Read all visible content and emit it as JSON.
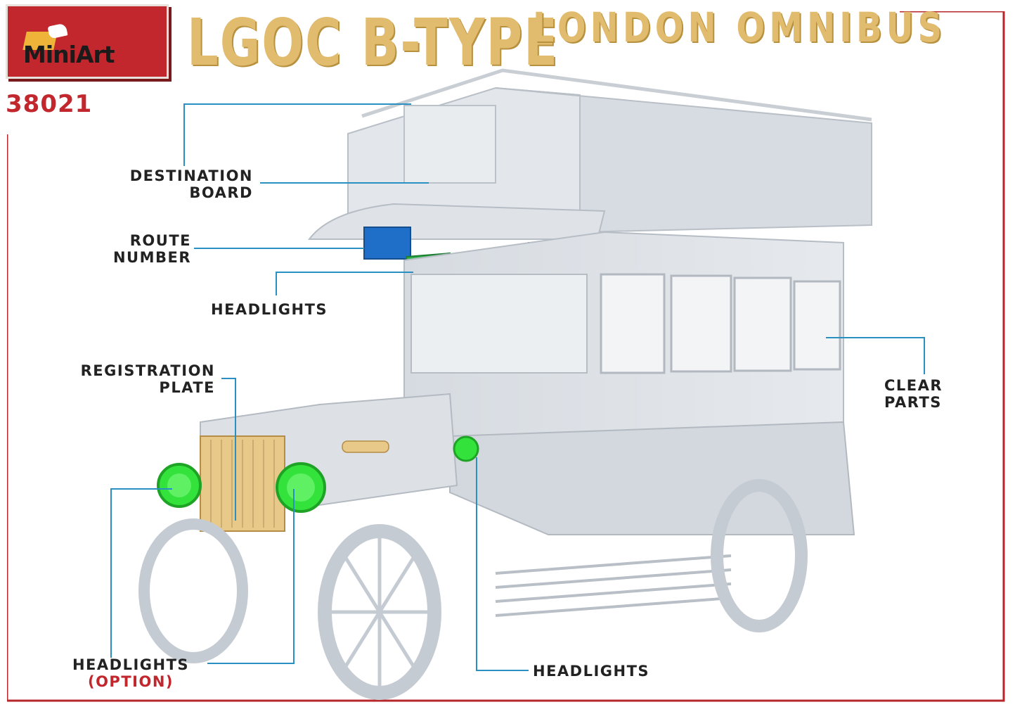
{
  "brand": {
    "logo_text": "MiniArt",
    "catalog_number": "38021"
  },
  "title": {
    "main": "LGOC B-TYPE",
    "sub": "LONDON OMNIBUS"
  },
  "callouts": {
    "destination_board": [
      "DESTINATION",
      "BOARD"
    ],
    "route_number": [
      "ROUTE",
      "NUMBER"
    ],
    "headlights_upper": "HEADLIGHTS",
    "registration_plate": [
      "REGISTRATION",
      "PLATE"
    ],
    "clear_parts": [
      "CLEAR",
      "PARTS"
    ],
    "headlights_option": [
      "HEADLIGHTS",
      "(OPTION)"
    ],
    "headlights_lower": "HEADLIGHTS"
  },
  "colors": {
    "brand_red": "#c1272d",
    "title_gold": "#e2bc6e",
    "callout_line": "#2a8fc1",
    "model_grey": "#dde1e6",
    "highlight_green": "#33e23a",
    "highlight_blue": "#1f6fc9",
    "highlight_tan": "#e8c98a"
  }
}
